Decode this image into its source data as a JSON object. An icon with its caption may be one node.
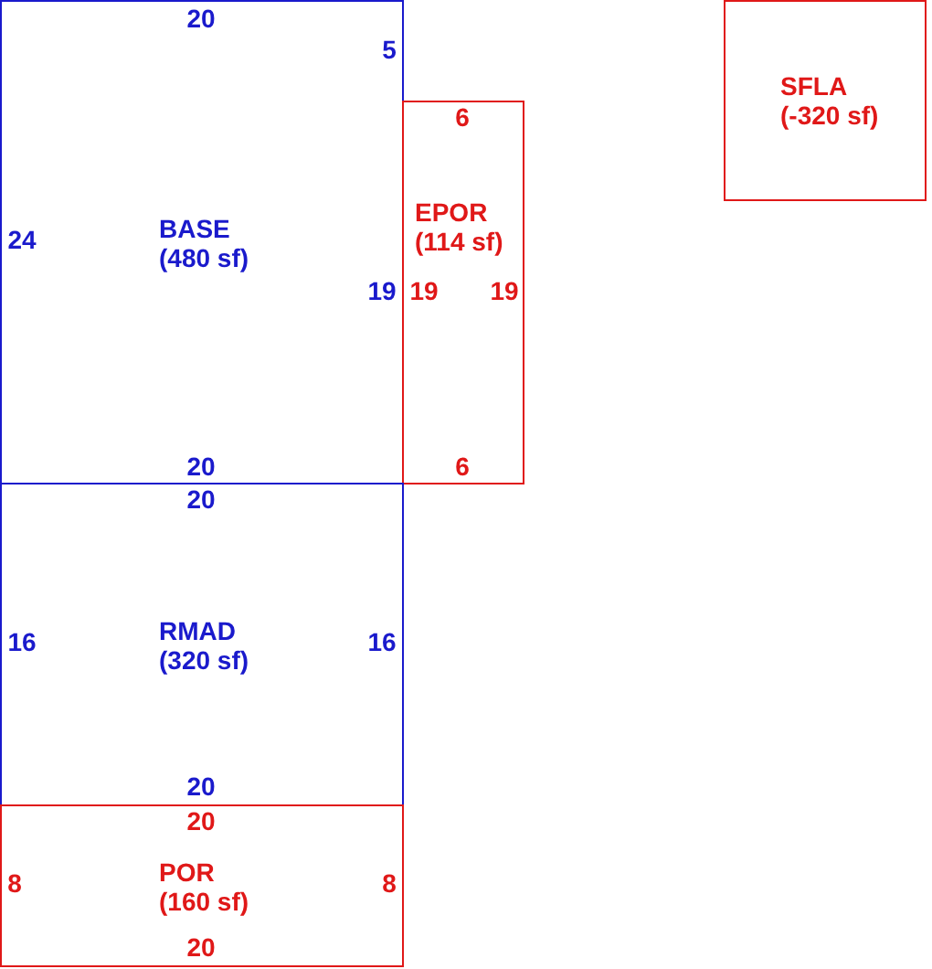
{
  "diagram": {
    "nodes": [
      {
        "text": [
          "BASE",
          "(480 sf)"
        ]
      },
      {
        "text": [
          "SFLA",
          "(-320 sf)"
        ]
      },
      {
        "text": [
          "EPOR",
          "(114 sf)"
        ]
      },
      {
        "text": [
          "RMAD",
          "(320 sf)"
        ]
      },
      {
        "text": [
          "POR",
          "(160 sf)"
        ]
      }
    ],
    "labels": [
      "20",
      "5",
      "6",
      "24",
      "19",
      "19",
      "19",
      "20",
      "6",
      "20",
      "16",
      "16",
      "20",
      "20",
      "8",
      "8",
      "20"
    ]
  }
}
